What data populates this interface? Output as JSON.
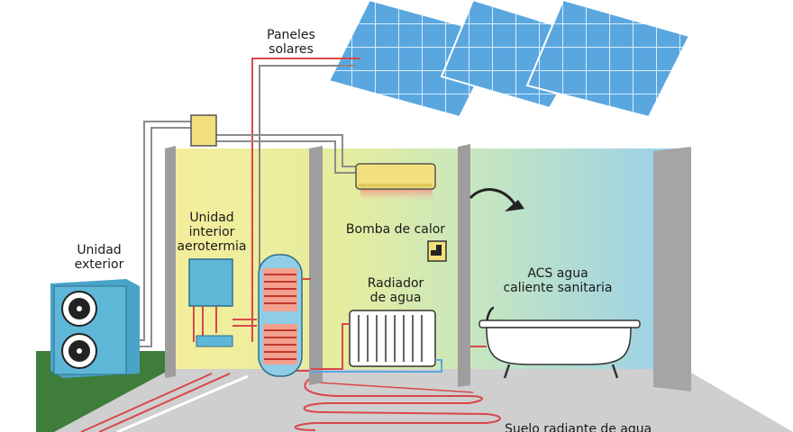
{
  "labels": {
    "paneles": [
      "Paneles",
      "solares"
    ],
    "unidad_exterior": [
      "Unidad",
      "exterior"
    ],
    "unidad_interior": [
      "Unidad",
      "interior",
      "aerotermia"
    ],
    "bomba": "Bomba de calor",
    "radiador": [
      "Radiador",
      "de agua"
    ],
    "acs": [
      "ACS agua",
      "caliente sanitaria"
    ],
    "suelo": "Suelo radiante de agua"
  },
  "colors": {
    "solar_panel": "#5aa7e0",
    "wall": "#a8a8a8",
    "floor": "#c9c9c9",
    "pipe_red": "#d8474a",
    "grass": "#3f7d3a",
    "unit": "#5fb7d8",
    "controller": "#f3e07c",
    "room_yellow": "#f2ec9c",
    "room_green": "#cfe8ba",
    "room_blue": "#9fd3ec"
  },
  "icons": [
    "sun-panel-icon",
    "fan-icon",
    "shower-icon",
    "thermostat-icon",
    "bathtub-icon",
    "radiator-icon",
    "tank-icon",
    "air-conditioner-icon"
  ]
}
